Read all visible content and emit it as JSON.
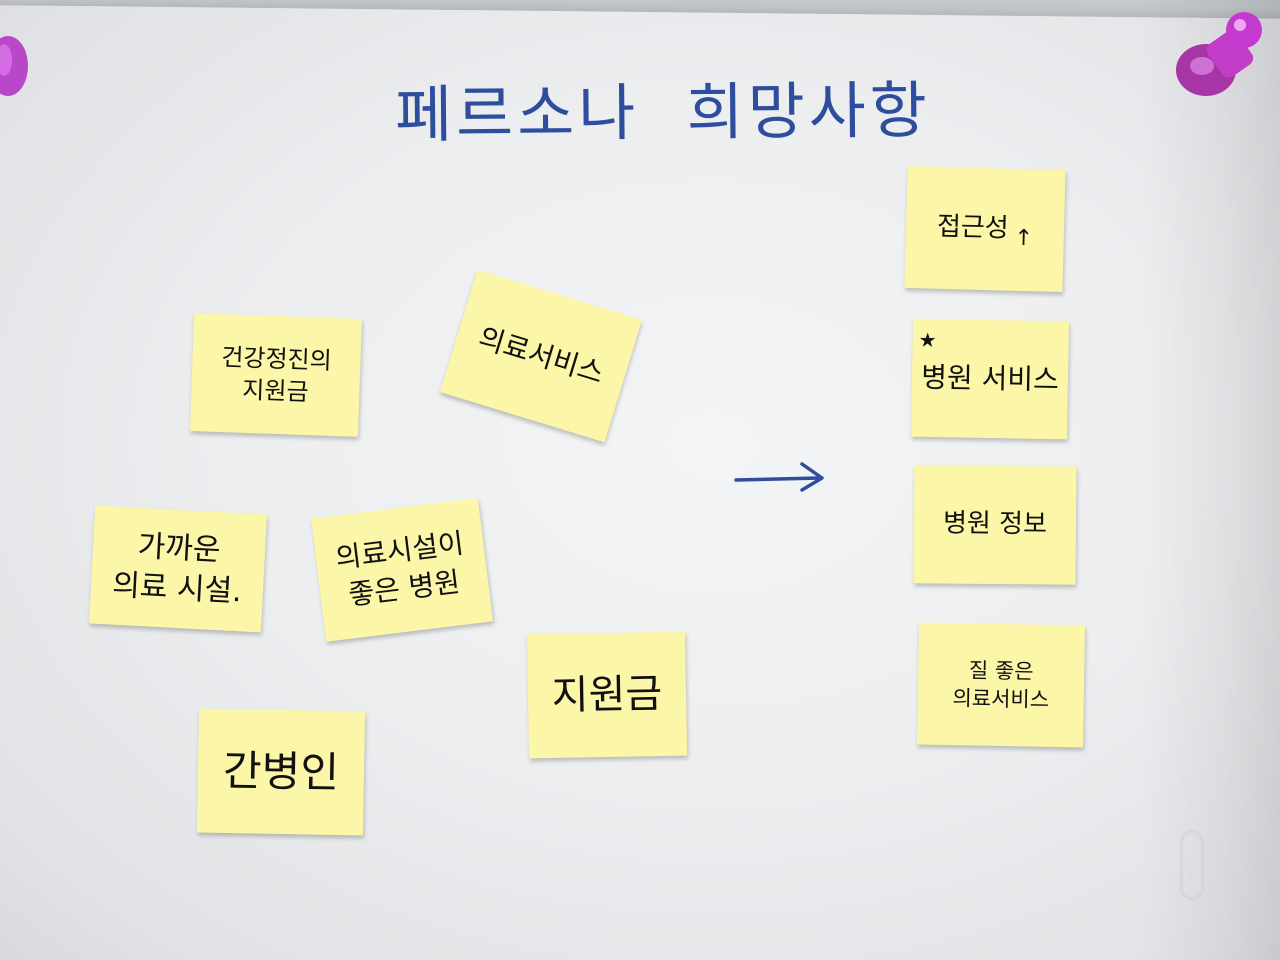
{
  "title": "페르소나  희망사항",
  "left_notes": [
    {
      "lines": [
        "건강정진의",
        "지원금"
      ]
    },
    {
      "lines": [
        "의료서비스"
      ]
    },
    {
      "lines": [
        "가까운",
        "의료 시설."
      ]
    },
    {
      "lines": [
        "의료시설이",
        "좋은 병원"
      ]
    },
    {
      "lines": [
        "지원금"
      ]
    },
    {
      "lines": [
        "간병인"
      ]
    }
  ],
  "right_notes": [
    {
      "lines": [
        "접근성"
      ],
      "mark": "↑"
    },
    {
      "lines": [
        "병원 서비스"
      ],
      "mark": "★"
    },
    {
      "lines": [
        "병원 정보"
      ]
    },
    {
      "lines": [
        "질 좋은",
        "의료서비스"
      ]
    }
  ],
  "colors": {
    "note": "#fbf6a8",
    "title_ink": "#2e4d9e",
    "pin": "#b12bc4"
  },
  "icons": [
    "push-pin-icon",
    "arrow-right-icon",
    "up-arrow-icon",
    "star-icon"
  ]
}
